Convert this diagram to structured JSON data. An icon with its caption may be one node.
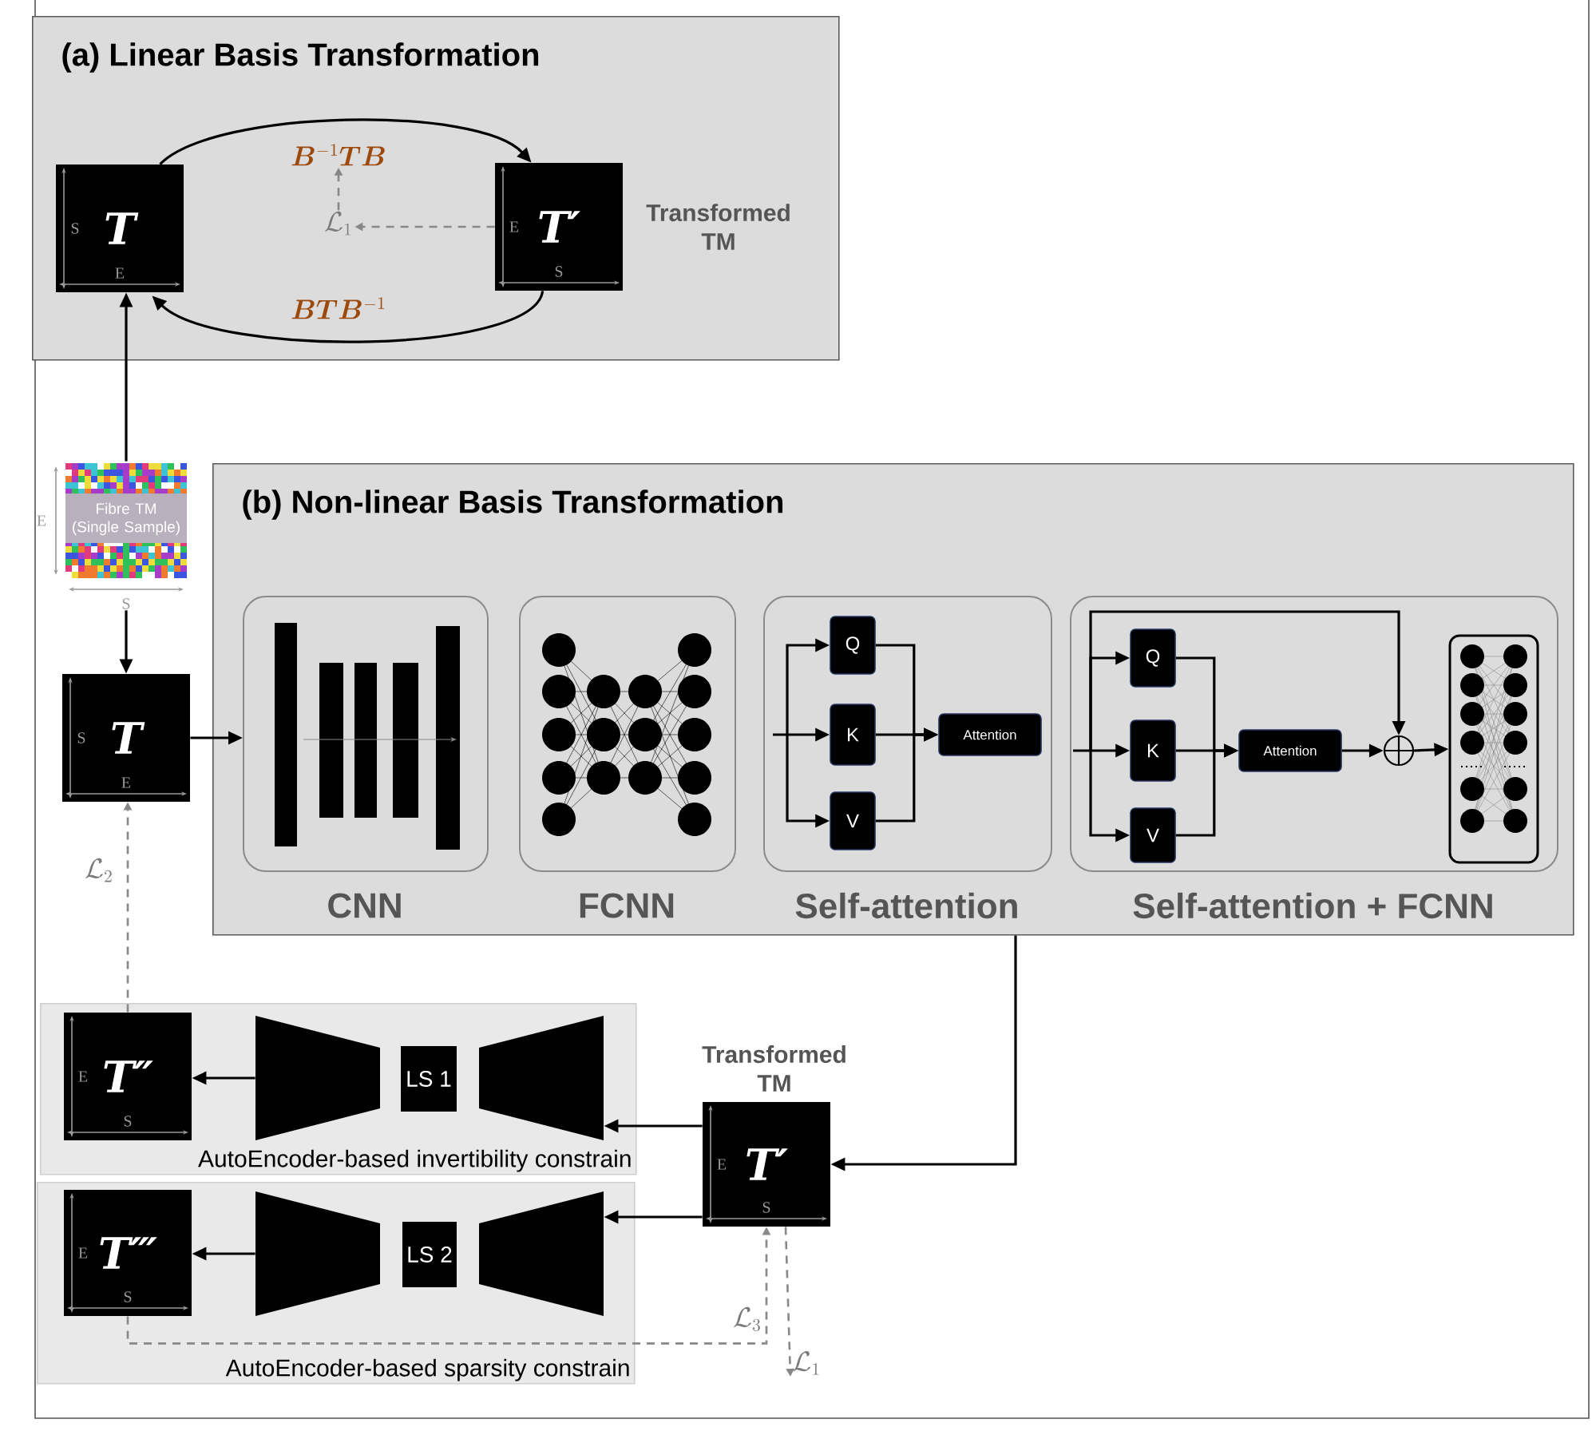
{
  "diagram": {
    "nodes": [
      {
        "text": [
          "(a) Linear Basis Transformation"
        ]
      },
      {
        "text": [
          "S",
          "T",
          "E"
        ],
        "in": 0
      },
      {
        "text": [
          "E",
          "T′",
          "S"
        ],
        "in": 0,
        "beside": [
          "Transformed TM"
        ]
      },
      {
        "text": [
          "\\bm{B}^{-1}\\bm{T}\\bm{B}"
        ],
        "in": 0
      },
      {
        "text": [
          "\\mathcal{L}_1"
        ],
        "in": 0
      },
      {
        "text": [
          "\\bm{B}\\bm{T}\\bm{B}^{-1}"
        ],
        "in": 0
      },
      {
        "text": [
          "Fibre TM (Single Sample)"
        ],
        "beside": [
          "E",
          "S"
        ]
      },
      {
        "text": [
          "S",
          "T",
          "E"
        ]
      },
      {
        "text": [
          "(b) Non-linear Basis Transformation"
        ]
      },
      {
        "text": [
          "CNN"
        ],
        "in": 8
      },
      {
        "text": [
          "FCNN"
        ],
        "in": 8
      },
      {
        "text": [
          "Self-attention"
        ],
        "in": 8
      },
      {
        "text": [
          "Q"
        ],
        "in": 11
      },
      {
        "text": [
          "K"
        ],
        "in": 11
      },
      {
        "text": [
          "V"
        ],
        "in": 11
      },
      {
        "text": [
          "Attention"
        ],
        "in": 11
      },
      {
        "text": [
          "Self-attention + FCNN"
        ],
        "in": 8
      },
      {
        "text": [
          "Q"
        ],
        "in": 16
      },
      {
        "text": [
          "K"
        ],
        "in": 16
      },
      {
        "text": [
          "V"
        ],
        "in": 16
      },
      {
        "text": [
          "Attention"
        ],
        "in": 16
      },
      {
        "text": [],
        "shape": "circle",
        "in": 16
      },
      {
        "text": [],
        "shape": "box",
        "in": 16
      },
      {
        "text": [
          "AutoEncoder-based invertibility constrain"
        ]
      },
      {
        "text": [
          "E",
          "T″",
          "S"
        ],
        "in": 23
      },
      {
        "text": [],
        "shape": "trapezoid",
        "in": 23
      },
      {
        "text": [
          "LS 1"
        ],
        "in": 23
      },
      {
        "text": [],
        "shape": "trapezoid",
        "in": 23
      },
      {
        "text": [
          "AutoEncoder-based sparsity constrain"
        ]
      },
      {
        "text": [
          "E",
          "T‴",
          "S"
        ],
        "in": 28
      },
      {
        "text": [],
        "shape": "trapezoid",
        "in": 28
      },
      {
        "text": [
          "LS 2"
        ],
        "in": 28
      },
      {
        "text": [],
        "shape": "trapezoid",
        "in": 28
      },
      {
        "text": [
          "E",
          "T′",
          "S"
        ],
        "beside": [
          "Transformed TM"
        ]
      },
      {
        "text": [
          "\\mathcal{L}_1"
        ]
      }
    ],
    "edges": [
      {
        "from": 6,
        "to": 1,
        "arrow": "to"
      },
      {
        "from": 6,
        "to": 7,
        "arrow": "to"
      },
      {
        "from": 7,
        "to": 9,
        "arrow": "to"
      },
      {
        "from": 1,
        "to": 2,
        "arrow": "to"
      },
      {
        "from": 2,
        "to": 1,
        "arrow": "to"
      },
      {
        "from": 2,
        "to": 4,
        "arrow": "to",
        "style": "dashed",
        "color": "#888888"
      },
      {
        "from": 4,
        "to": 3,
        "arrow": "to",
        "style": "dashed",
        "color": "#888888"
      },
      {
        "from": null,
        "to": 12,
        "arrow": "to"
      },
      {
        "from": null,
        "to": 13,
        "arrow": "to"
      },
      {
        "from": null,
        "to": 14,
        "arrow": "to"
      },
      {
        "from": 12,
        "to": 15,
        "arrow": "to"
      },
      {
        "from": 13,
        "to": 15,
        "arrow": "to"
      },
      {
        "from": 14,
        "to": 15,
        "arrow": "to"
      },
      {
        "from": null,
        "to": 17,
        "arrow": "to"
      },
      {
        "from": null,
        "to": 18,
        "arrow": "to"
      },
      {
        "from": null,
        "to": 19,
        "arrow": "to"
      },
      {
        "from": null,
        "to": 21,
        "arrow": "to"
      },
      {
        "from": 17,
        "to": 20,
        "arrow": "to"
      },
      {
        "from": 18,
        "to": 20,
        "arrow": "to"
      },
      {
        "from": 19,
        "to": 20,
        "arrow": "to"
      },
      {
        "from": 20,
        "to": 21,
        "arrow": "to"
      },
      {
        "from": 21,
        "to": 22,
        "arrow": "to"
      },
      {
        "from": 8,
        "to": 33,
        "arrow": "to"
      },
      {
        "from": 33,
        "to": 27,
        "arrow": "to"
      },
      {
        "from": 25,
        "to": 24,
        "arrow": "to"
      },
      {
        "from": 33,
        "to": 32,
        "arrow": "to"
      },
      {
        "from": 30,
        "to": 29,
        "arrow": "to"
      },
      {
        "from": 24,
        "to": 7,
        "arrow": "to",
        "style": "dashed",
        "color": "#888888",
        "label": "\\mathcal{L}_2"
      },
      {
        "from": 29,
        "to": 33,
        "arrow": "to",
        "style": "dashed",
        "color": "#888888",
        "label": "\\mathcal{L}_3"
      },
      {
        "from": 33,
        "to": 34,
        "arrow": "to",
        "style": "dashed",
        "color": "#888888"
      }
    ]
  }
}
